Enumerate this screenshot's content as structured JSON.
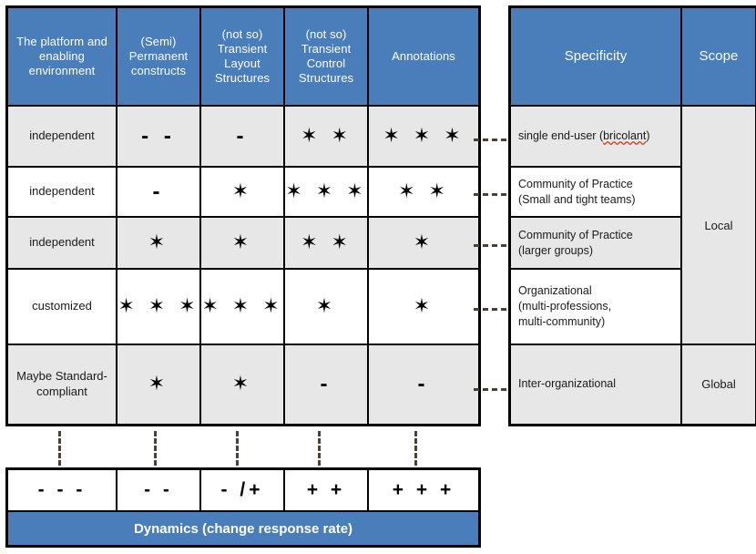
{
  "left_matrix": {
    "headers": [
      "The platform and enabling environment",
      "(Semi) Permanent constructs",
      "(not so) Transient Layout Structures",
      "(not so) Transient Control Structures",
      "Annotations"
    ],
    "rows": [
      {
        "label": "independent",
        "cells": [
          "- -",
          "-",
          "✶ ✶",
          "✶ ✶ ✶"
        ]
      },
      {
        "label": "independent",
        "cells": [
          "-",
          "✶",
          "✶ ✶ ✶",
          "✶ ✶"
        ]
      },
      {
        "label": "independent",
        "cells": [
          "✶",
          "✶",
          "✶ ✶",
          "✶"
        ]
      },
      {
        "label": "customized",
        "cells": [
          "✶ ✶ ✶",
          "✶ ✶ ✶",
          "✶",
          "✶"
        ]
      },
      {
        "label": "Maybe Standard-compliant",
        "cells": [
          "✶",
          "✶",
          "-",
          "-"
        ]
      }
    ]
  },
  "right_matrix": {
    "headers": [
      "Specificity",
      "Scope"
    ],
    "rows": [
      {
        "specificity_pre": "single end-user (",
        "specificity_flagged": "bricolant",
        "specificity_post": ")"
      },
      {
        "specificity": "Community of Practice\n(Small and tight teams)"
      },
      {
        "specificity": "Community of Practice\n(larger groups)"
      },
      {
        "specificity": "Organizational\n(multi-professions,\nmulti-community)"
      },
      {
        "specificity": "Inter-organizational"
      }
    ],
    "scope_local": "Local",
    "scope_global": "Global"
  },
  "bottom_matrix": {
    "cells": [
      "- - -",
      "- -",
      "- /+",
      "+ +",
      "+ + +"
    ],
    "band_label": "Dynamics (change response rate)"
  },
  "colors": {
    "header_blue": "#4a7ebb",
    "shade_grey": "#e7e7e7",
    "border_black": "#000000",
    "connector": "#4a4034",
    "spellcheck_red": "#e03010"
  }
}
